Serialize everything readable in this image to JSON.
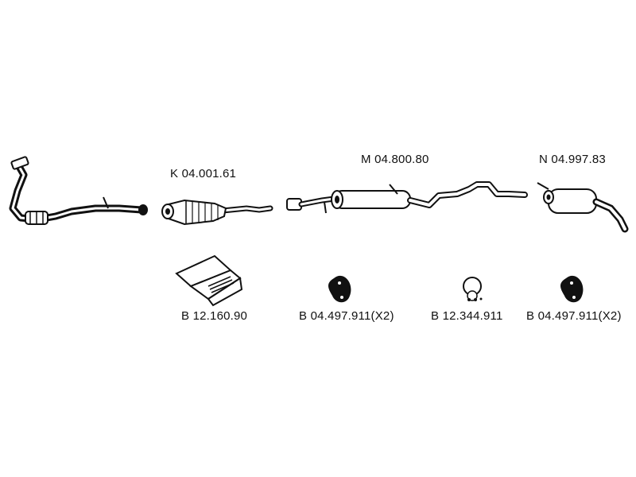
{
  "labels": {
    "catalyst": "K 04.001.61",
    "middle_silencer": "M 04.800.80",
    "rear_silencer": "N 04.997.83",
    "mount_kit": "B 12.160.90",
    "rubber_mount_middle": "B 04.497.911(X2)",
    "hanger_ring": "B 12.344.911",
    "rubber_mount_rear": "B 04.497.911(X2)"
  },
  "colors": {
    "line": "#111111",
    "part_fill": "#ffffff",
    "text": "#111111"
  }
}
